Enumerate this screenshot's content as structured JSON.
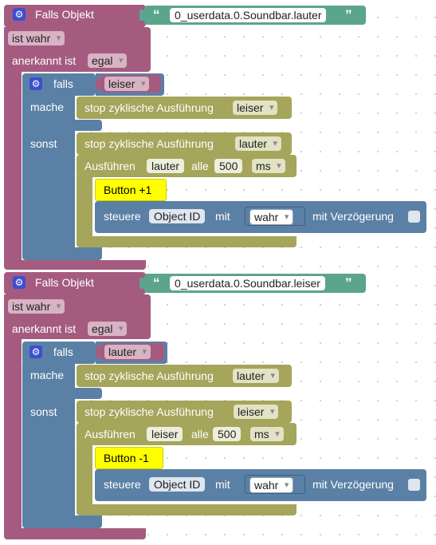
{
  "blocks": [
    {
      "trigger_label": "Falls Objekt",
      "object_id": "0_userdata.0.Soundbar.lauter",
      "condition_value": "ist wahr",
      "ack_label": "anerkannt ist",
      "ack_value": "egal",
      "if_label": "falls",
      "if_value": "leiser",
      "then_label": "mache",
      "then_stop_label": "stop zyklische Ausführung",
      "then_stop_value": "leiser",
      "else_label": "sonst",
      "else_stop_label": "stop zyklische Ausführung",
      "else_stop_value": "lauter",
      "exec_label": "Ausführen",
      "exec_name": "lauter",
      "exec_every": "alle",
      "exec_interval": "500",
      "exec_unit": "ms",
      "comment": "Button +1",
      "control_label": "steuere",
      "control_object": "Object ID",
      "control_with": "mit",
      "control_value": "wahr",
      "control_delay": "mit Verzögerung"
    },
    {
      "trigger_label": "Falls Objekt",
      "object_id": "0_userdata.0.Soundbar.leiser",
      "condition_value": "ist wahr",
      "ack_label": "anerkannt ist",
      "ack_value": "egal",
      "if_label": "falls",
      "if_value": "lauter",
      "then_label": "mache",
      "then_stop_label": "stop zyklische Ausführung",
      "then_stop_value": "lauter",
      "else_label": "sonst",
      "else_stop_label": "stop zyklische Ausführung",
      "else_stop_value": "leiser",
      "exec_label": "Ausführen",
      "exec_name": "leiser",
      "exec_every": "alle",
      "exec_interval": "500",
      "exec_unit": "ms",
      "comment": "Button -1",
      "control_label": "steuere",
      "control_object": "Object ID",
      "control_with": "mit",
      "control_value": "wahr",
      "control_delay": "mit Verzögerung"
    }
  ],
  "icons": {
    "gear": "gear-icon",
    "quote_open": "“",
    "quote_close": "”"
  },
  "colors": {
    "event": "#a55b80",
    "logic": "#5b80a5",
    "timer": "#a5a55b",
    "text_value": "#5ba58c",
    "comment": "#ffff00"
  }
}
